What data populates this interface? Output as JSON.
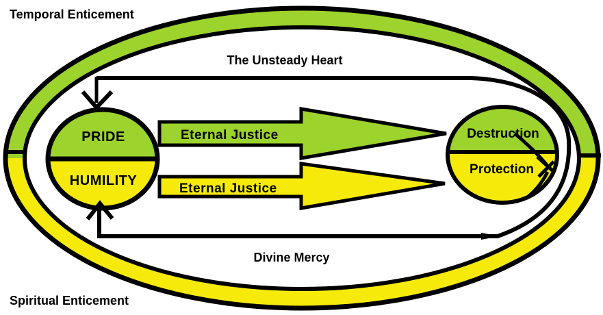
{
  "labels": {
    "temporal": "Temporal Enticement",
    "spiritual": "Spiritual Enticement",
    "unsteady_heart": "The Unsteady Heart",
    "divine_mercy": "Divine Mercy"
  },
  "left_circle": {
    "top": "PRIDE",
    "bottom": "HUMILITY"
  },
  "right_circle": {
    "top": "Destruction",
    "bottom": "Protection"
  },
  "arrows": {
    "top_label": "Eternal Justice",
    "bottom_label": "Eternal Justice"
  },
  "colors": {
    "green": "#9CD32C",
    "yellow": "#F5EA0A",
    "line": "#000000"
  }
}
